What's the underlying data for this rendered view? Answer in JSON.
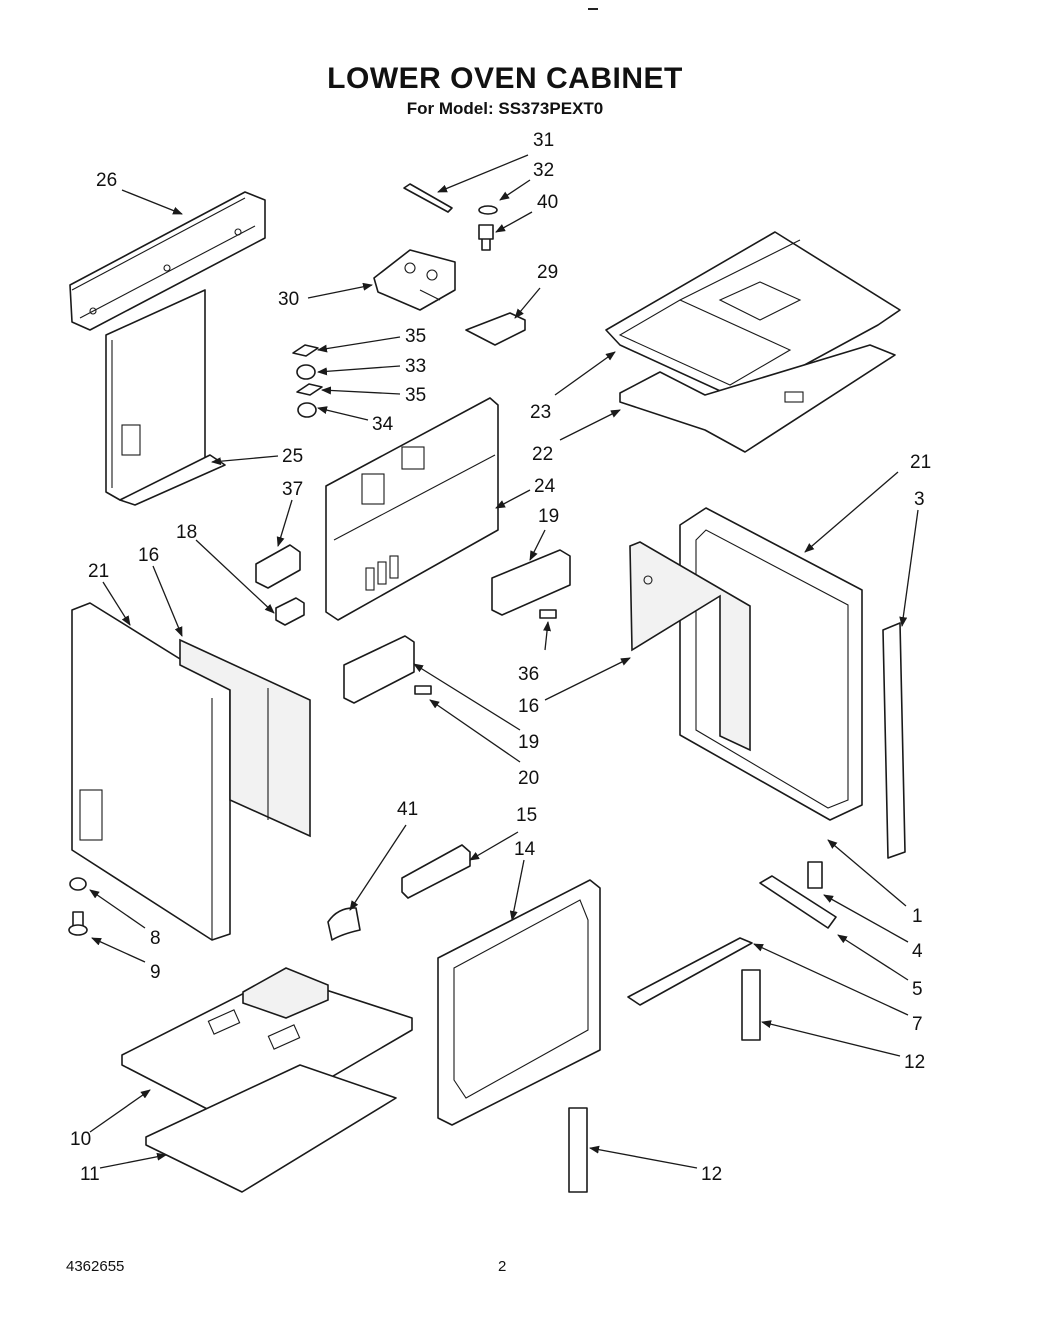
{
  "title": "LOWER OVEN CABINET",
  "subtitle": "For Model: SS373PEXT0",
  "footer": {
    "doc_number": "4362655",
    "page_number": "2"
  },
  "callouts": [
    "31",
    "32",
    "40",
    "26",
    "29",
    "30",
    "35",
    "33",
    "35",
    "34",
    "23",
    "22",
    "25",
    "24",
    "37",
    "21",
    "3",
    "18",
    "19",
    "21",
    "16",
    "36",
    "16",
    "19",
    "20",
    "41",
    "15",
    "14",
    "8",
    "9",
    "1",
    "4",
    "5",
    "7",
    "12",
    "10",
    "11",
    "12"
  ]
}
